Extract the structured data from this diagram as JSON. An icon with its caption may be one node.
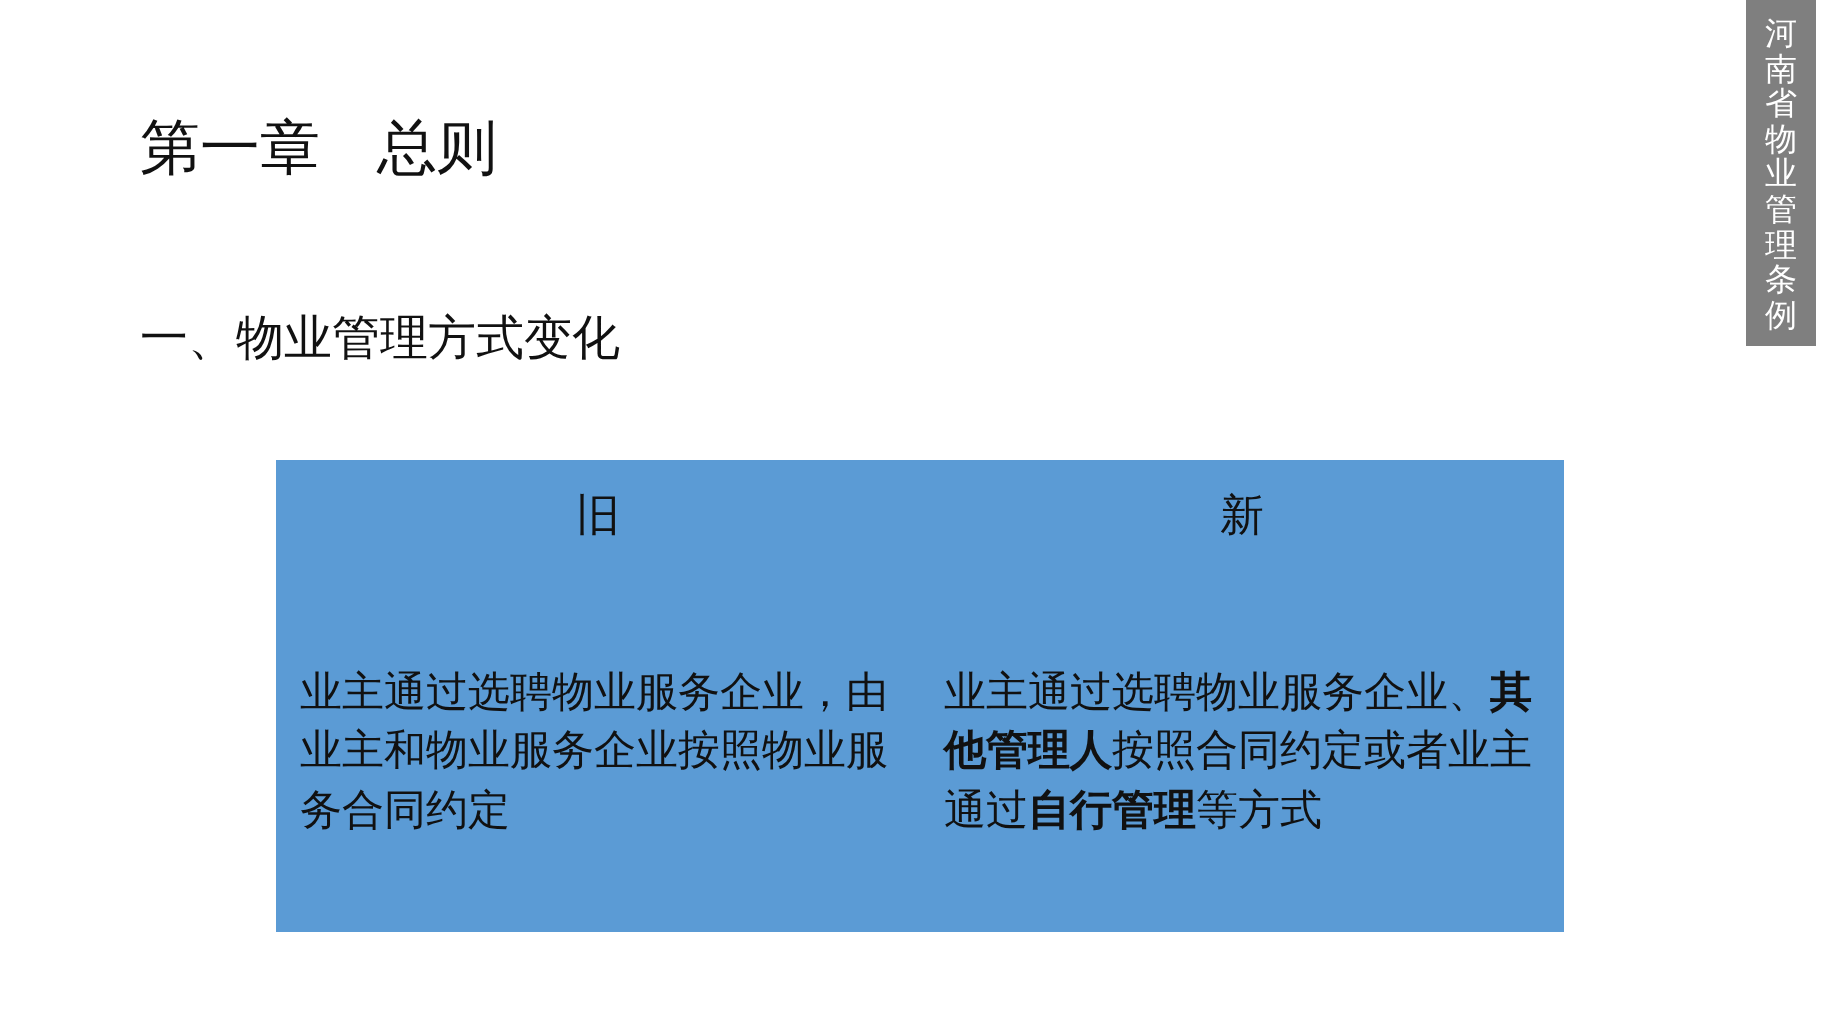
{
  "diagram": {
    "title": "第一章 总则",
    "labels": [
      "河南省物业管理条例",
      "一、物业管理方式变化",
      "旧",
      "新",
      "业主通过选聘物业服务企业，由业主和物业服务企业按照物业服务合同约定",
      "业主通过选聘物业服务企业、**其他管理人**按照合同约定或者业主通过**自行管理**等方式"
    ]
  }
}
